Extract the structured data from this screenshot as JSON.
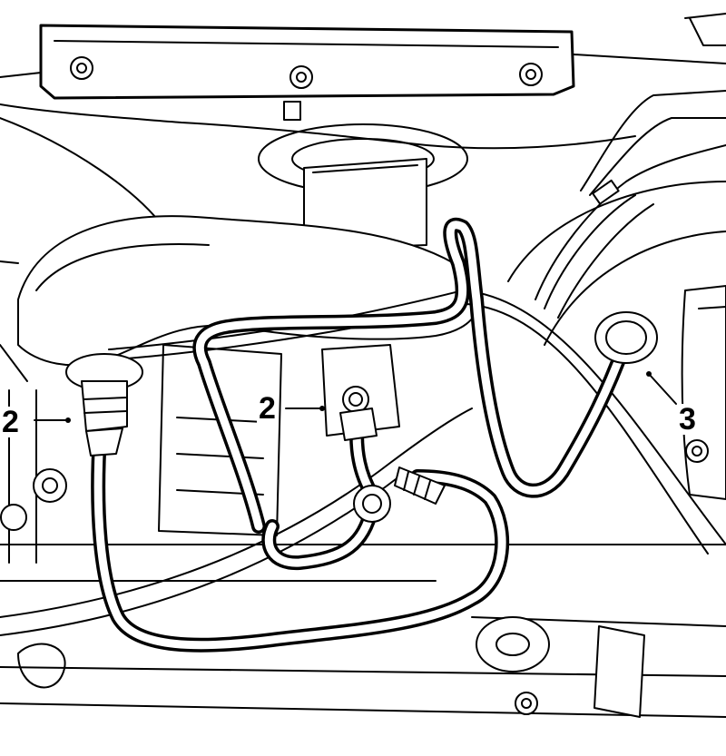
{
  "callouts": [
    {
      "id": "left",
      "text": "2"
    },
    {
      "id": "middle",
      "text": "2"
    },
    {
      "id": "right",
      "text": "3"
    }
  ],
  "colors": {
    "line": "#000000",
    "background": "#ffffff"
  }
}
